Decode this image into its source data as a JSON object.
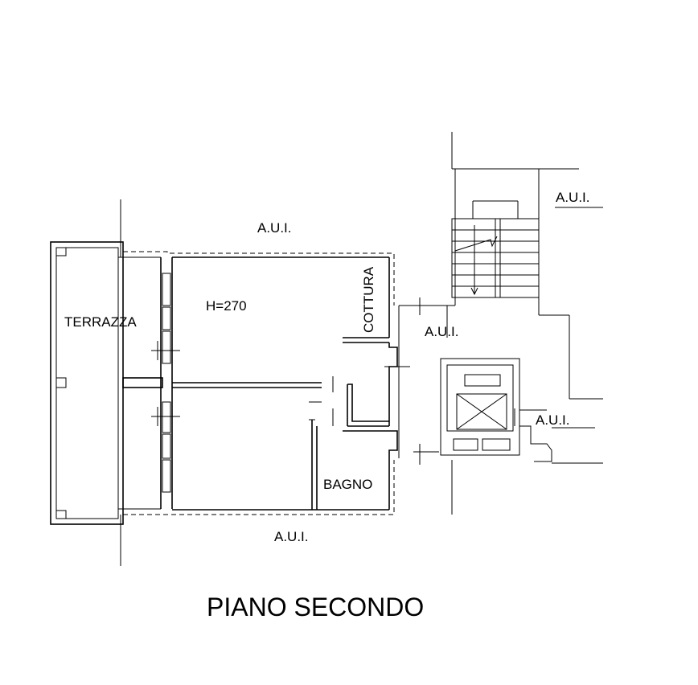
{
  "title": "PIANO SECONDO",
  "labels": {
    "aui_top": "A.U.I.",
    "aui_stair": "A.U.I.",
    "aui_right_mid": "A.U.I.",
    "aui_lift": "A.U.I.",
    "aui_bottom": "A.U.I.",
    "terrazza": "TERRAZZA",
    "height": "H=270",
    "cottura": "COTTURA",
    "bagno": "BAGNO"
  }
}
